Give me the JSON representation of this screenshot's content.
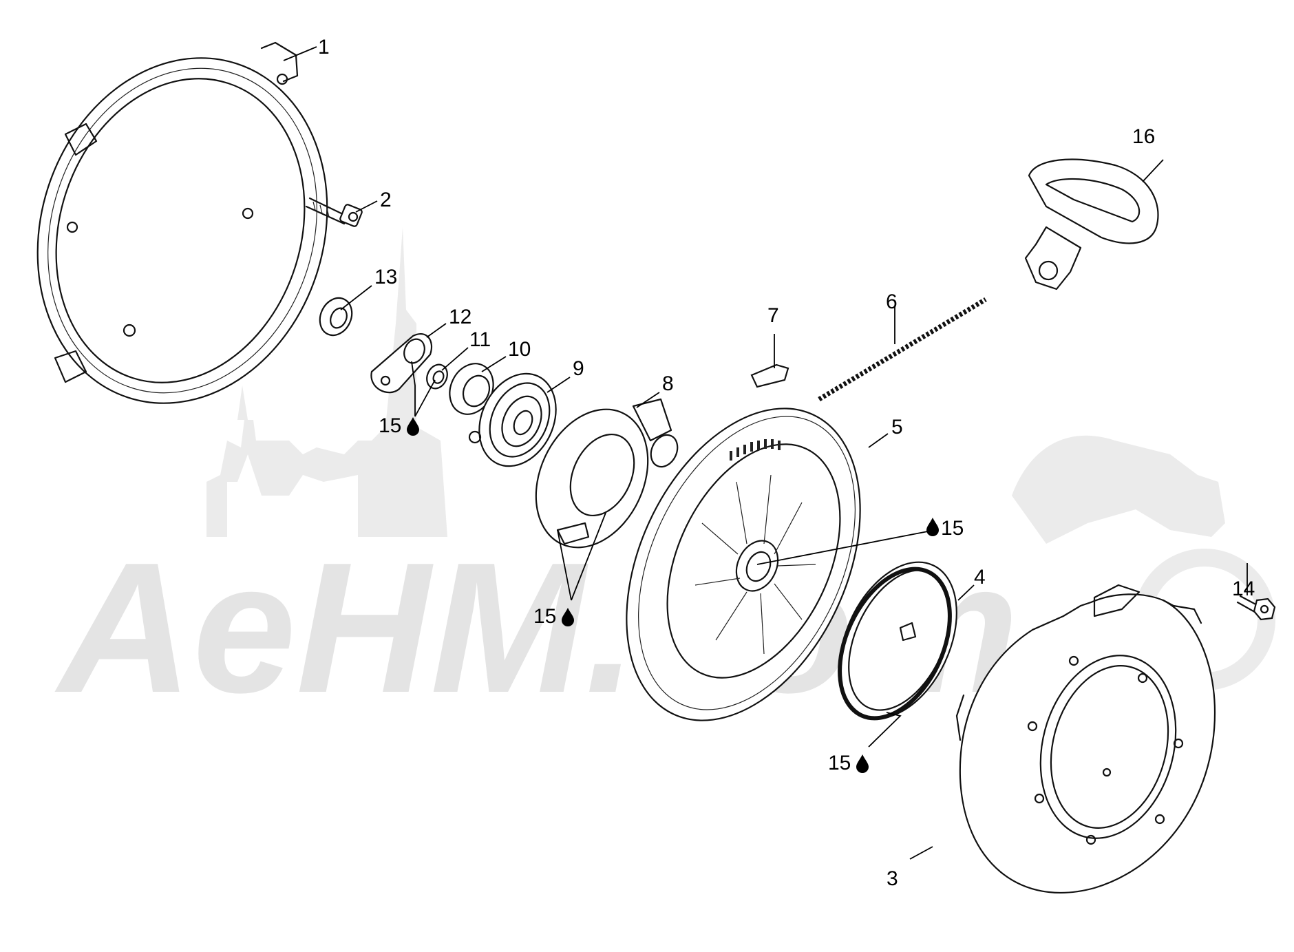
{
  "watermark": {
    "text": "AeHM.com"
  },
  "callouts": {
    "c1": "1",
    "c2": "2",
    "c3": "3",
    "c4": "4",
    "c5": "5",
    "c6": "6",
    "c7": "7",
    "c8": "8",
    "c9": "9",
    "c10": "10",
    "c11": "11",
    "c12": "12",
    "c13": "13",
    "c14": "14",
    "c16": "16",
    "lube_a": "15",
    "lube_b": "15",
    "lube_c": "15",
    "lube_d": "15"
  },
  "icons": {
    "lubricant": "oil-drop-icon"
  }
}
